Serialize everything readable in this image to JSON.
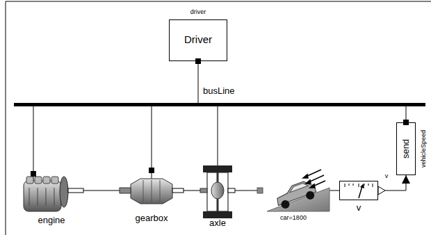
{
  "diagram": {
    "nodes": [
      {
        "text": [
          "driver",
          "Driver"
        ]
      },
      {
        "text": [
          "busLine"
        ]
      },
      {
        "text": [
          "engine"
        ]
      },
      {
        "text": [
          "gearbox"
        ]
      },
      {
        "text": [
          "axle"
        ]
      },
      {
        "text": [
          "car=1800"
        ]
      },
      {
        "text": [
          "v",
          "v"
        ]
      },
      {
        "text": [
          "send",
          "vehicleSpeed"
        ]
      }
    ],
    "edges": [
      {
        "from": 0,
        "to": 1,
        "arrow": "none"
      },
      {
        "from": 1,
        "to": 2,
        "arrow": "none"
      },
      {
        "from": 1,
        "to": 3,
        "arrow": "none"
      },
      {
        "from": 1,
        "to": 4,
        "arrow": "none"
      },
      {
        "from": 1,
        "to": 7,
        "arrow": "none"
      },
      {
        "from": 2,
        "to": 3,
        "arrow": "none"
      },
      {
        "from": 3,
        "to": 4,
        "arrow": "none"
      },
      {
        "from": 4,
        "to": 5,
        "arrow": "none"
      },
      {
        "from": 5,
        "to": 6,
        "arrow": "none"
      },
      {
        "from": 6,
        "to": 7,
        "arrow": "to"
      }
    ]
  }
}
